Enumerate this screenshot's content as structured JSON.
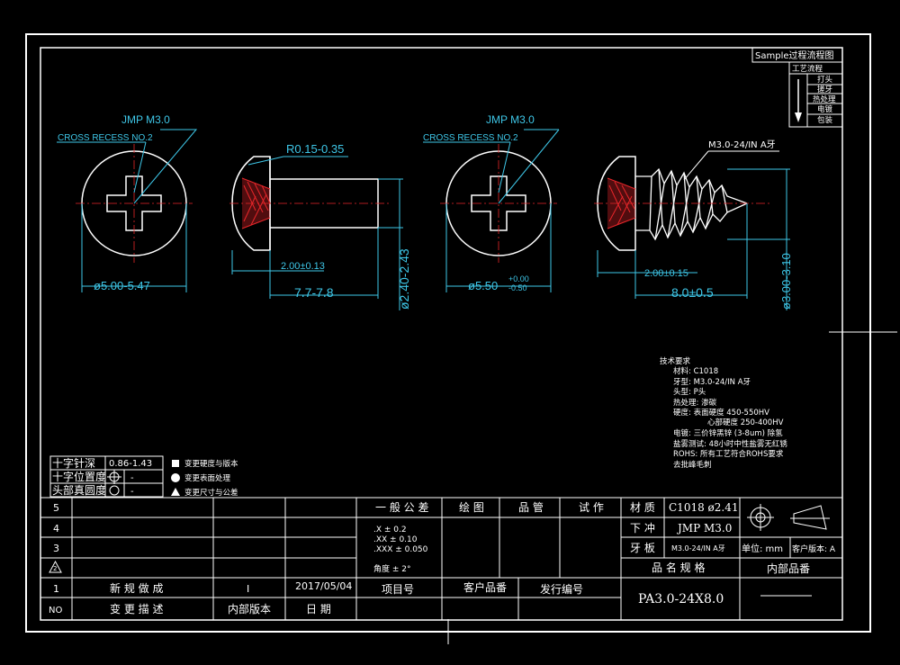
{
  "title_block_label": "Sample过程流程图",
  "process": {
    "header": "工艺流程",
    "steps": [
      "打头",
      "搓牙",
      "热处理",
      "电镀",
      "包装"
    ]
  },
  "views": {
    "left_front": {
      "callout": "JMP M3.0",
      "recess": "CROSS RECESS NO.2",
      "diameter": "ø5.00-5.47"
    },
    "left_side": {
      "radius": "R0.15-0.35",
      "head_height": "2.00±0.13",
      "length": "7.7-7.8",
      "shank": "ø2.40-2.43"
    },
    "right_front": {
      "callout": "JMP M3.0",
      "recess": "CROSS RECESS NO.2",
      "diameter": "ø5.50",
      "tol_upper": "+0.00",
      "tol_lower": "-0.50"
    },
    "right_side": {
      "thread": "M3.0-24/IN A牙",
      "head_height": "2.00±0.15",
      "length": "8.0±0.5",
      "major": "ø3.00-3.10"
    }
  },
  "tech_notes": [
    "技术要求",
    "材料: C1018",
    "牙型: M3.0-24/IN A牙",
    "头型: P头",
    "热处理: 渗碳",
    "硬度:   表面硬度 450-550HV",
    "心部硬度 250-400HV",
    "电镀: 三价锌黑锌 (3-8um) 除氢",
    "盐雾测试: 48小时中性盐雾无红锈",
    "ROHS: 所有工艺符合ROHS要求",
    "去批峰毛刺"
  ],
  "inspection": {
    "rows": [
      {
        "label": "十字针深",
        "value": "0.86-1.43"
      },
      {
        "label": "十字位置度",
        "value": "-"
      },
      {
        "label": "头部真圆度",
        "value": "-"
      }
    ],
    "legend": [
      "变更硬度与版本",
      "变更表面处理",
      "变更尺寸与公差"
    ]
  },
  "revisions": {
    "rows": [
      "5",
      "4",
      "3",
      "2",
      "1"
    ],
    "row1": {
      "desc": "新 规 做 成",
      "ver": "I",
      "date": "2017/05/04"
    },
    "footer": {
      "no": "NO",
      "desc": "变 更 描 述",
      "ver": "内部版本",
      "date": "日 期"
    }
  },
  "tolerance": {
    "header": "一 般 公 差",
    "lines": [
      ".X    ± 0.2",
      ".XX   ± 0.10",
      ".XXX  ± 0.050"
    ],
    "angle": "角度      ± 2°"
  },
  "approvals": {
    "draw": "绘 图",
    "manage": "品 管",
    "trial": "试 作"
  },
  "ids": {
    "item_no": "项目号",
    "customer_part": "客户品番",
    "issue_no": "发行编号"
  },
  "specs": {
    "material_label": "材 质",
    "material_value": "C1018 ø2.41",
    "punch_label": "下 冲",
    "punch_value": "JMP M3.0",
    "die_label": "牙 板",
    "die_value": "M3.0-24/IN A牙",
    "unit": "单位: mm",
    "customer_ver": "客户版本: A",
    "part_spec": "品 名 规 格",
    "internal_part": "内部品番",
    "part_name": "PA3.0-24X8.0"
  },
  "colors": {
    "line": "#ffffff",
    "dimension": "#3ec7e8",
    "section": "#e8262a"
  }
}
